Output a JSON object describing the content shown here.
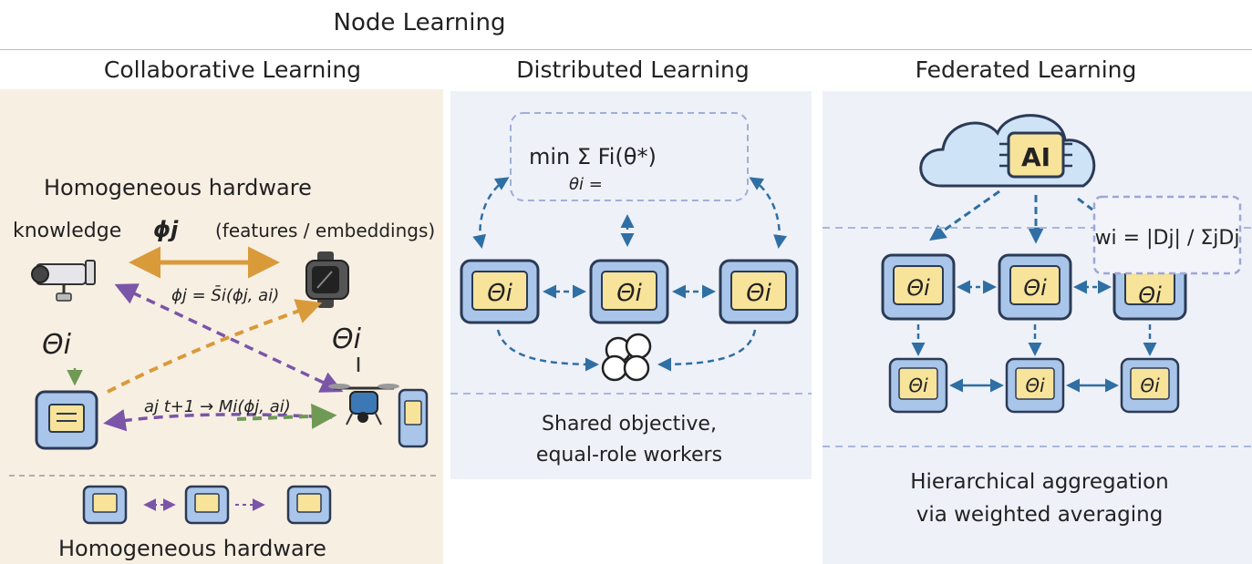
{
  "header": {
    "title": "Node Learning",
    "columns": [
      "Collaborative Learning",
      "Distributed Learning",
      "Federated Learning"
    ]
  },
  "collab": {
    "hardware_top": "Homogeneous hardware",
    "knowledge": "knowledge",
    "phi_j": "ϕj",
    "feature_note": "(features / embeddings)",
    "theta_left": "Θi",
    "theta_right": "Θi",
    "phi_update": "ϕj = S̄i(ϕj, ai)",
    "a_update": "aj t+1 → Mi(ϕj, ai)",
    "hardware_bottom": "Homogeneous hardware"
  },
  "distributed": {
    "objective": "min Σ Fi(θ*)",
    "objective_sub": "θi =",
    "node_label": "Θi",
    "caption": [
      "Shared objective,",
      "equal-role workers"
    ]
  },
  "federated": {
    "cloud_label": "AI",
    "weight_formula": "wi = |Dj| / ΣjDj",
    "node_label": "Θi",
    "caption": [
      "Hierarchical aggregation",
      "via weighted averaging"
    ]
  },
  "colors": {
    "panel_warm": "#f8efe3",
    "panel_cool": "#eef1f8",
    "node_blue": "#a9c6ea",
    "node_screen": "#f7e39a",
    "arrow_blue": "#2f6fa3",
    "arrow_orange": "#d99a3a",
    "arrow_purple": "#7a55a8",
    "arrow_green": "#6f9a55",
    "cloud_blue": "#cfe3f7"
  }
}
